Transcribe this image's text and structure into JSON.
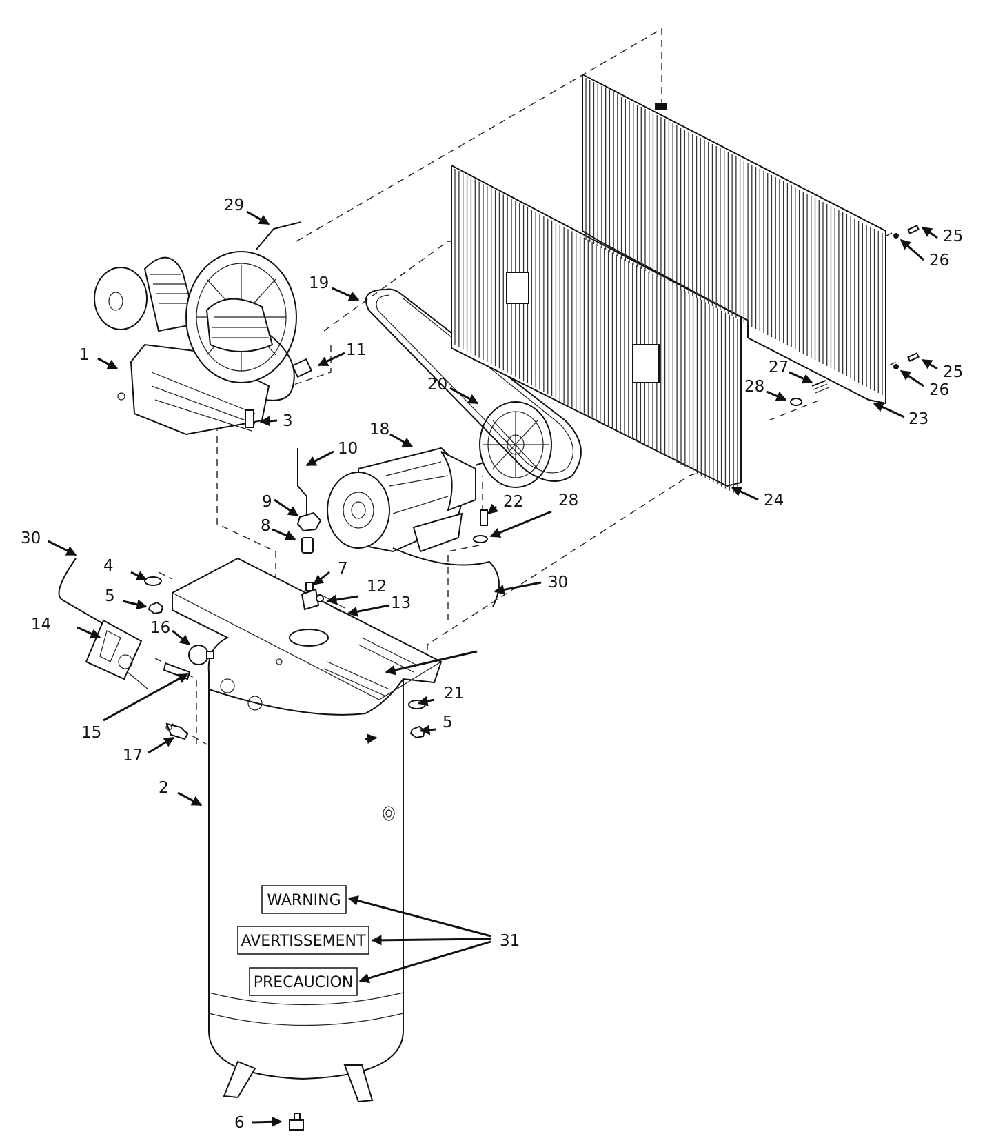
{
  "callouts": {
    "c1": "1",
    "c2": "2",
    "c3": "3",
    "c4": "4",
    "c5a": "5",
    "c5b": "5",
    "c6": "6",
    "c7": "7",
    "c8": "8",
    "c9": "9",
    "c10": "10",
    "c11": "11",
    "c12": "12",
    "c13": "13",
    "c14": "14",
    "c15": "15",
    "c16": "16",
    "c17": "17",
    "c18": "18",
    "c19": "19",
    "c20": "20",
    "c21": "21",
    "c22": "22",
    "c23": "23",
    "c24": "24",
    "c25a": "25",
    "c25b": "25",
    "c26a": "26",
    "c26b": "26",
    "c27": "27",
    "c28a": "28",
    "c28b": "28",
    "c29": "29",
    "c30a": "30",
    "c30b": "30",
    "c31": "31"
  },
  "labels": {
    "warning": "WARNING",
    "avertissement": "AVERTISSEMENT",
    "precaucion": "PRECAUCION"
  }
}
